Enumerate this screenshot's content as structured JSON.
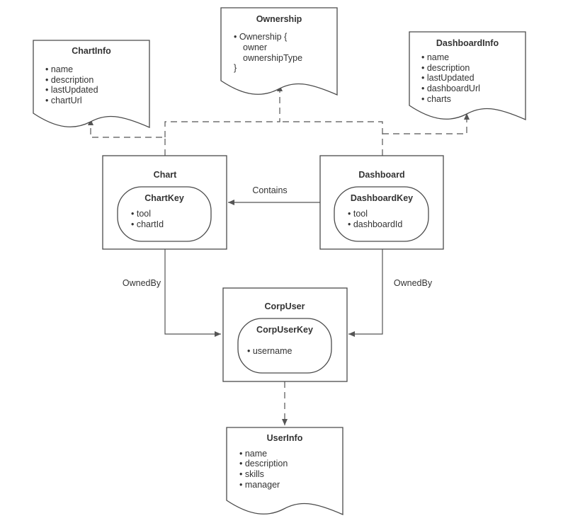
{
  "docs": {
    "chartinfo": {
      "title": "ChartInfo",
      "items": [
        "• name",
        "• description",
        "• lastUpdated",
        "• chartUrl"
      ]
    },
    "ownership": {
      "title": "Ownership",
      "items": [
        "• Ownership {",
        "owner",
        "ownershipType",
        "}"
      ]
    },
    "dashboardinfo": {
      "title": "DashboardInfo",
      "items": [
        "• name",
        "• description",
        "• lastUpdated",
        "• dashboardUrl",
        "• charts"
      ]
    },
    "userinfo": {
      "title": "UserInfo",
      "items": [
        "• name",
        "• description",
        "• skills",
        "• manager"
      ]
    }
  },
  "entities": {
    "chart": {
      "title": "Chart",
      "key_title": "ChartKey",
      "items": [
        "•  tool",
        "• chartId"
      ]
    },
    "dashboard": {
      "title": "Dashboard",
      "key_title": "DashboardKey",
      "items": [
        "•  tool",
        "• dashboardId"
      ]
    },
    "corpuser": {
      "title": "CorpUser",
      "key_title": "CorpUserKey",
      "items": [
        "• username"
      ]
    }
  },
  "edges": {
    "contains": "Contains",
    "owned_by_left": "OwnedBy",
    "owned_by_right": "OwnedBy"
  },
  "colors": {
    "stroke": "#4a4a4a",
    "text": "#333333",
    "background": "#ffffff"
  }
}
